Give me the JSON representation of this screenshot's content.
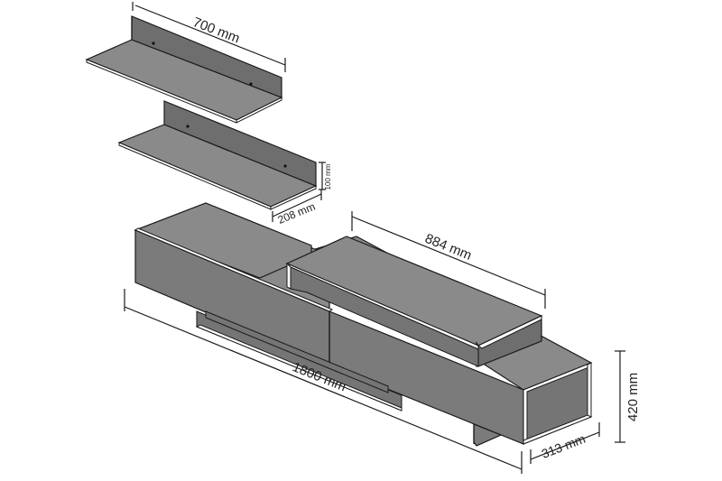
{
  "dimensions": {
    "shelf_width": "700 mm",
    "shelf_height": "100 mm",
    "shelf_depth": "208 mm",
    "upper_unit_width": "884 mm",
    "total_width": "1800 mm",
    "unit_height": "420 mm",
    "unit_depth": "313 mm"
  }
}
